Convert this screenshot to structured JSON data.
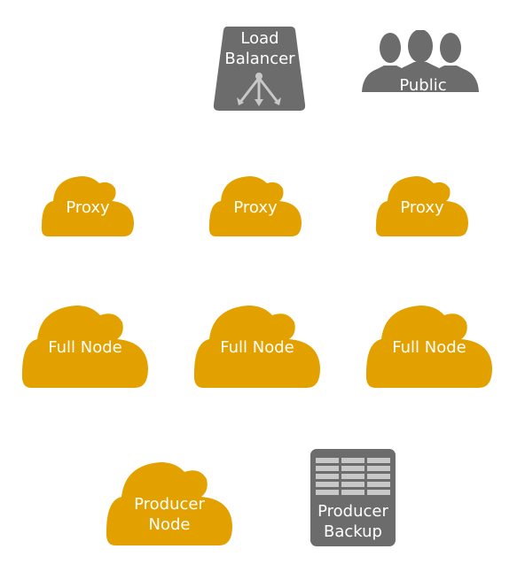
{
  "colors": {
    "cloud": "#E3A100",
    "gray": "#6C6C6C",
    "glyph": "#C8C8C8",
    "text": "#FFFFFF"
  },
  "load_balancer": {
    "line1": "Load",
    "line2": "Balancer",
    "icon": "load-balancer-icon"
  },
  "public": {
    "label": "Public",
    "icon": "users-icon"
  },
  "proxies": [
    {
      "label": "Proxy"
    },
    {
      "label": "Proxy"
    },
    {
      "label": "Proxy"
    }
  ],
  "full_nodes": [
    {
      "label": "Full Node"
    },
    {
      "label": "Full Node"
    },
    {
      "label": "Full Node"
    }
  ],
  "producer_node": {
    "line1": "Producer",
    "line2": "Node"
  },
  "producer_backup": {
    "line1": "Producer",
    "line2": "Backup",
    "icon": "server-rack-icon"
  }
}
